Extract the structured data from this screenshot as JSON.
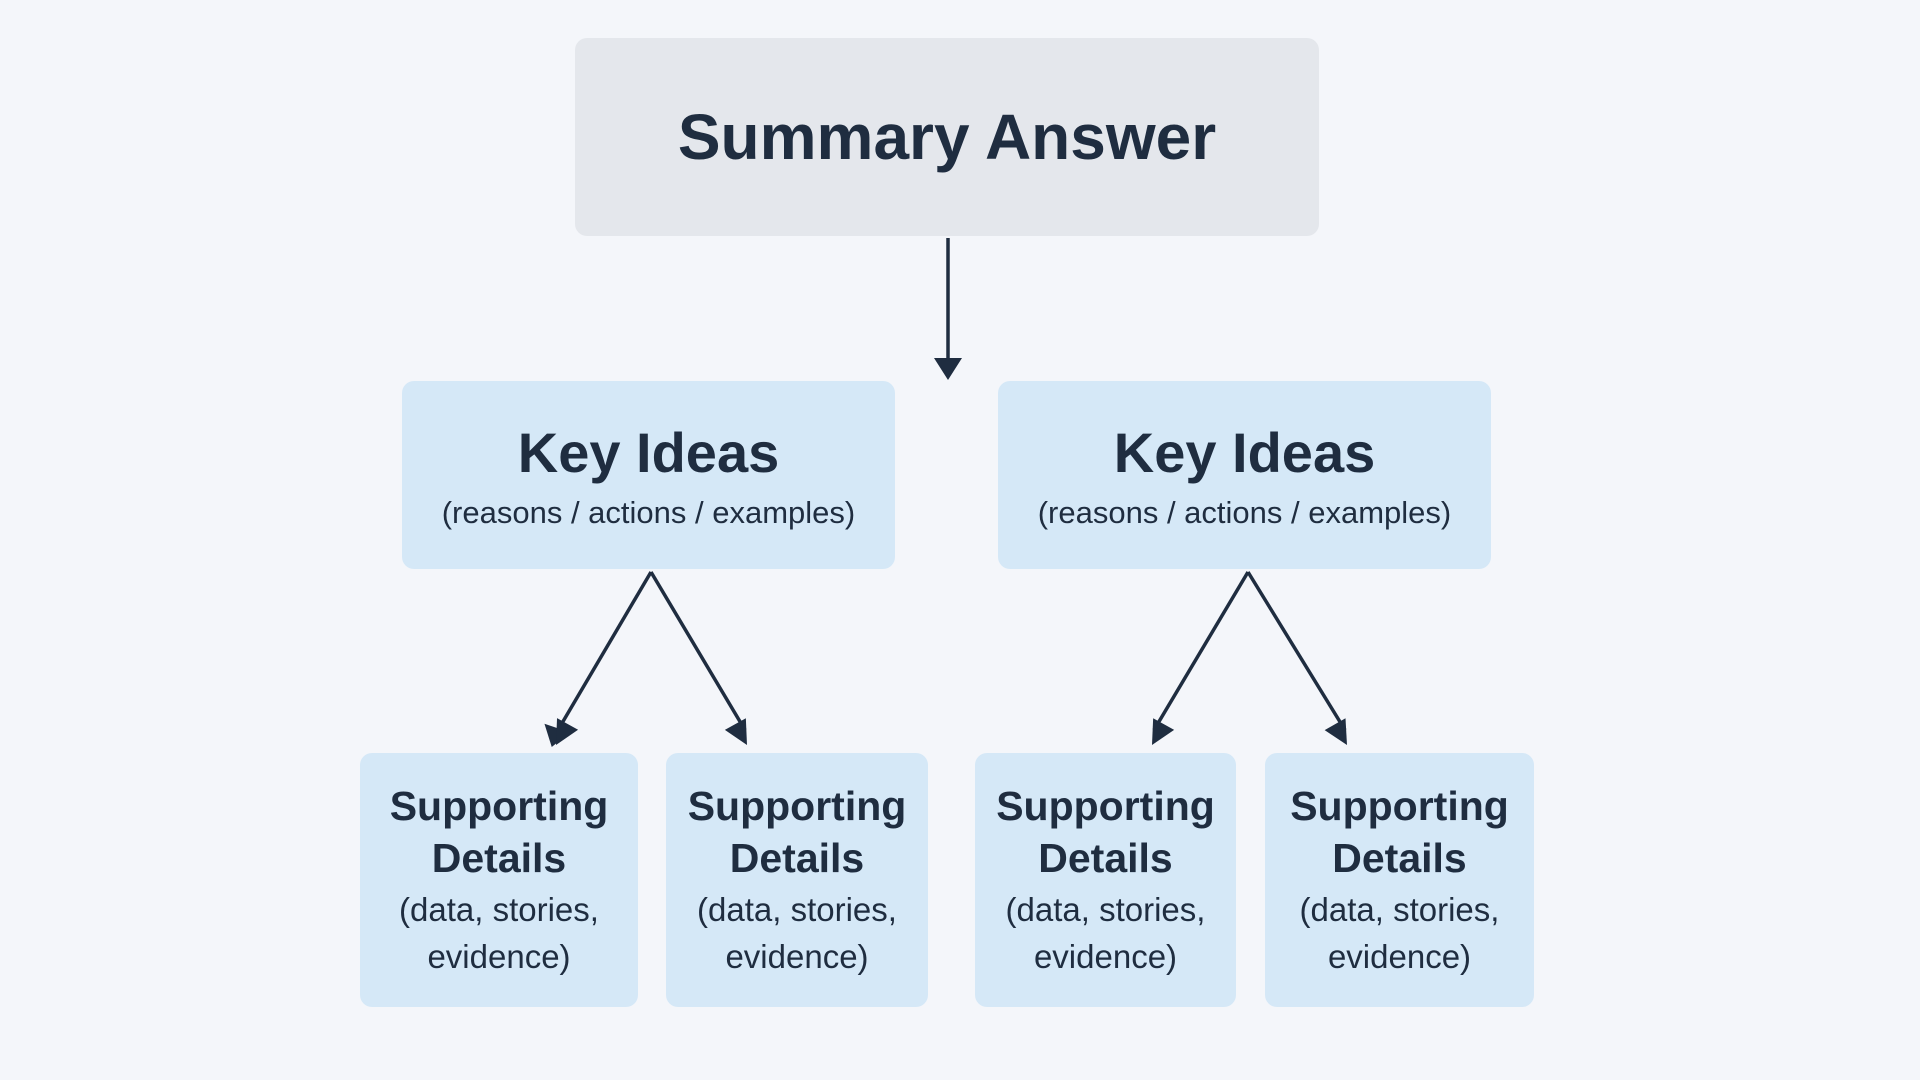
{
  "summary": {
    "title": "Summary Answer"
  },
  "key_ideas": [
    {
      "title": "Key Ideas",
      "subtitle": "(reasons / actions / examples)"
    },
    {
      "title": "Key Ideas",
      "subtitle": "(reasons / actions / examples)"
    }
  ],
  "supporting": [
    {
      "title1": "Supporting",
      "title2": "Details",
      "sub1": "(data, stories,",
      "sub2": "evidence)"
    },
    {
      "title1": "Supporting",
      "title2": "Details",
      "sub1": "(data, stories,",
      "sub2": "evidence)"
    },
    {
      "title1": "Supporting",
      "title2": "Details",
      "sub1": "(data, stories,",
      "sub2": "evidence)"
    },
    {
      "title1": "Supporting",
      "title2": "Details",
      "sub1": "(data, stories,",
      "sub2": "evidence)"
    }
  ],
  "colors": {
    "background": "#f4f6fa",
    "summary_box": "#e4e7ec",
    "detail_box": "#d5e8f7",
    "text": "#1f2d40"
  }
}
